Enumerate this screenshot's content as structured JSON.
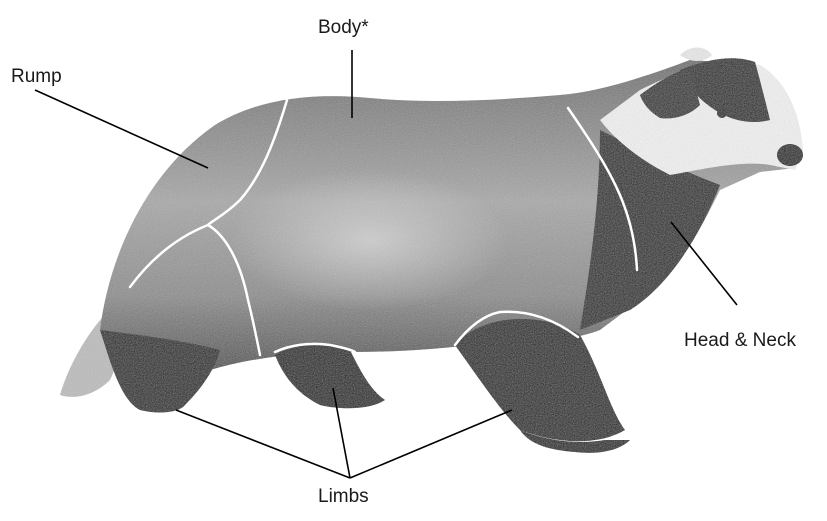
{
  "diagram": {
    "subject": "badger",
    "labels": {
      "rump": "Rump",
      "body": "Body*",
      "head_neck": "Head & Neck",
      "limbs": "Limbs"
    },
    "colors": {
      "background": "#ffffff",
      "leader_line": "#000000",
      "region_boundary": "#ffffff",
      "fur_light": "#cfcfcf",
      "fur_mid": "#8a8a8a",
      "fur_dark": "#1c1c1c"
    }
  }
}
